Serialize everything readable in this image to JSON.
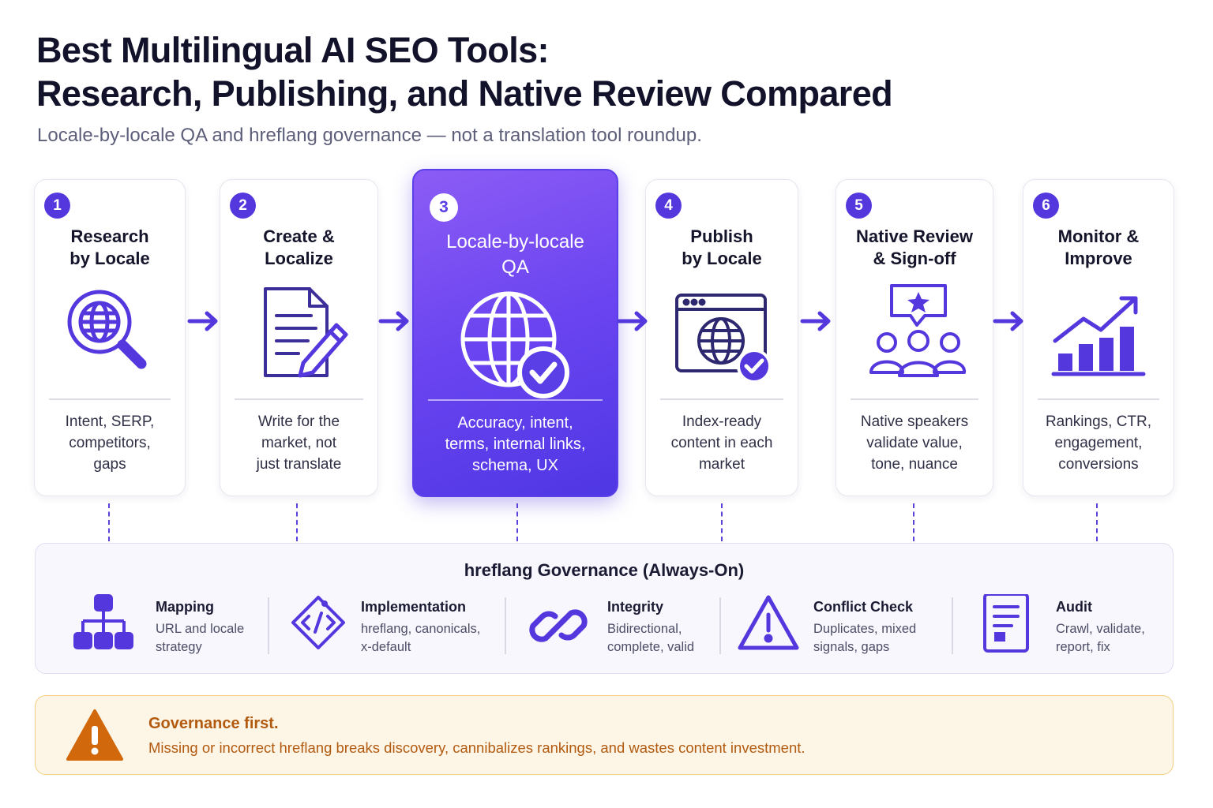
{
  "header": {
    "title_line1": "Best Multilingual AI SEO Tools:",
    "title_line2": "Research, Publishing, and Native Review Compared",
    "subtitle": "Locale-by-locale QA and hreflang governance — not a translation tool roundup."
  },
  "steps": [
    {
      "number": "1",
      "title": "Research\nby Locale",
      "icon": "globe-search-icon",
      "description": "Intent, SERP,\ncompetitors,\ngaps"
    },
    {
      "number": "2",
      "title": "Create &\nLocalize",
      "icon": "document-pencil-icon",
      "description": "Write for the\nmarket, not\njust translate"
    },
    {
      "number": "3",
      "title": "Locale-by-locale\nQA",
      "icon": "globe-check-icon",
      "description": "Accuracy, intent,\nterms, internal links,\nschema, UX",
      "highlighted": true
    },
    {
      "number": "4",
      "title": "Publish\nby Locale",
      "icon": "browser-globe-check-icon",
      "description": "Index-ready\ncontent in each\nmarket"
    },
    {
      "number": "5",
      "title": "Native Review\n& Sign-off",
      "icon": "reviewers-star-icon",
      "description": "Native speakers\nvalidate value,\ntone, nuance"
    },
    {
      "number": "6",
      "title": "Monitor &\nImprove",
      "icon": "growth-chart-icon",
      "description": "Rankings, CTR,\nengagement,\nconversions"
    }
  ],
  "governance": {
    "title": "hreflang Governance (Always-On)",
    "items": [
      {
        "name": "Mapping",
        "description": "URL and locale\nstrategy",
        "icon": "sitemap-icon"
      },
      {
        "name": "Implementation",
        "description": "hreflang, canonicals,\nx-default",
        "icon": "code-tag-icon"
      },
      {
        "name": "Integrity",
        "description": "Bidirectional,\ncomplete, valid",
        "icon": "link-icon"
      },
      {
        "name": "Conflict Check",
        "description": "Duplicates, mixed\nsignals, gaps",
        "icon": "warning-icon"
      },
      {
        "name": "Audit",
        "description": "Crawl, validate,\nreport, fix",
        "icon": "audit-document-icon"
      }
    ]
  },
  "callout": {
    "title": "Governance first.",
    "text": "Missing or incorrect hreflang breaks discovery, cannibalizes rankings, and wastes content investment.",
    "icon": "warning-triangle-icon"
  },
  "colors": {
    "accent": "#5537de",
    "highlight_gradient_start": "#8c5cf5",
    "highlight_gradient_end": "#4f37e4",
    "callout_background": "#fdf6e6",
    "callout_text": "#b25a10"
  }
}
